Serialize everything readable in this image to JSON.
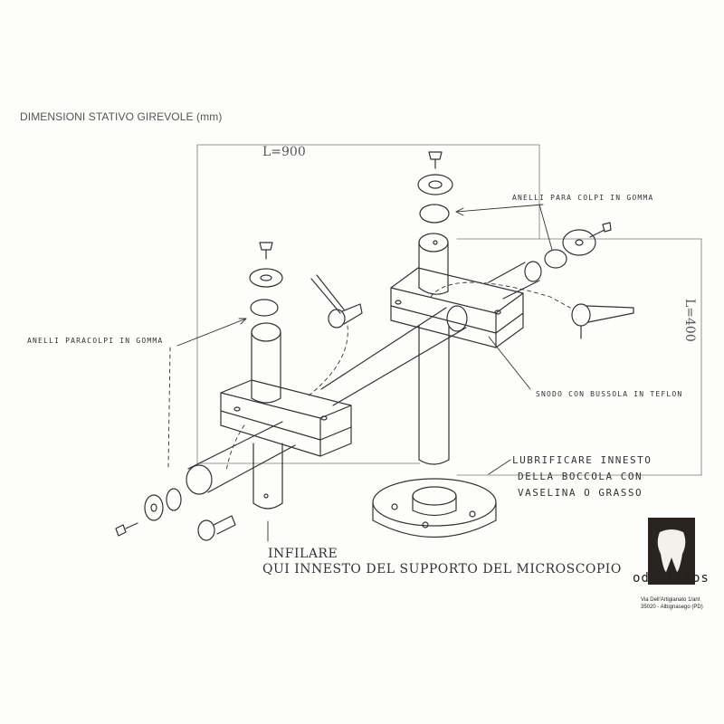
{
  "title": "DIMENSIONI STATIVO GIREVOLE (mm)",
  "dimensions": {
    "length_label": "L=900",
    "height_label": "L=400"
  },
  "labels": {
    "anelli_right": "ANELLI PARA COLPI IN GOMMA",
    "anelli_left": "ANELLI PARACOLPI IN GOMMA",
    "snodo": "SNODO CON BUSSOLA IN TEFLON",
    "lubrificare_1": "LUBRIFICARE INNESTO",
    "lubrificare_2": "DELLA BOCCOLA CON",
    "lubrificare_3": "VASELINA O GRASSO",
    "infilare_1": "INFILARE",
    "infilare_2": "QUI INNESTO DEL SUPPORTO DEL MICROSCOPIO"
  },
  "logo": {
    "brand": "odontikos",
    "address_line1": "Via Dell'Artigianato 1/ant",
    "address_line2": "35020 - Albignasego (PD)",
    "icon": "tooth-icon"
  },
  "colors": {
    "ink": "#333333",
    "logo_bg": "#2a2420"
  }
}
